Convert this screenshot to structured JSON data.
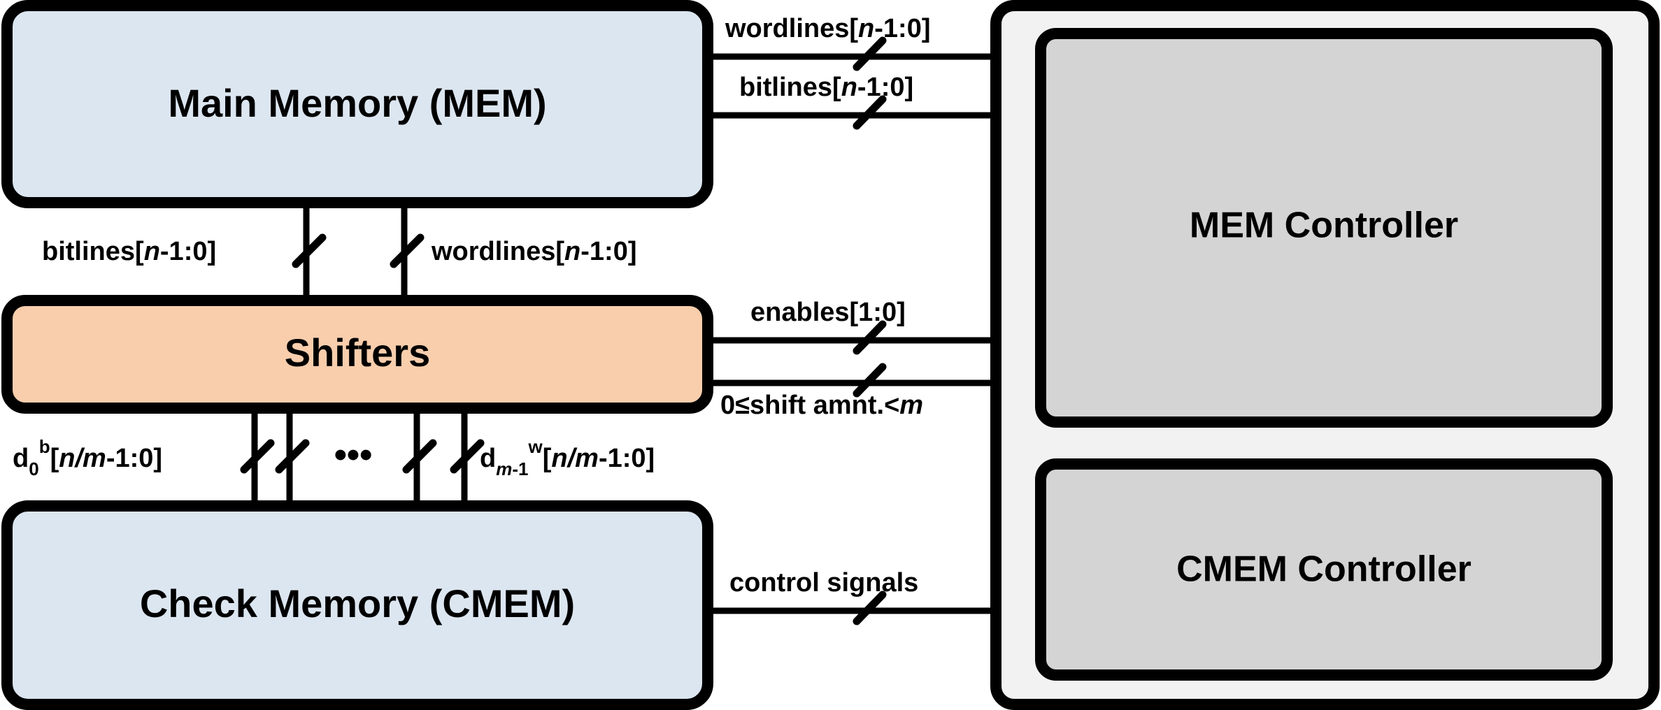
{
  "diagram": {
    "title": "Memory system block diagram",
    "colors": {
      "memory_fill": "#dce6f1",
      "shifter_fill": "#f8cead",
      "controller_panel_fill": "#f2f2f2",
      "controller_fill": "#d4d4d4",
      "stroke": "#000000",
      "background": "#ffffff"
    },
    "blocks": {
      "main_memory": {
        "label": "Main Memory (MEM)"
      },
      "shifters": {
        "label": "Shifters"
      },
      "check_memory": {
        "label": "Check Memory (CMEM)"
      },
      "mem_controller": {
        "label": "MEM Controller"
      },
      "cmem_controller": {
        "label": "CMEM Controller"
      }
    },
    "connections": [
      {
        "id": "mem-ctrl-wordlines",
        "from": "main_memory",
        "to": "mem_controller",
        "orientation": "horizontal",
        "bus": true,
        "label_parts": {
          "pre": "wordlines[",
          "italic": "n",
          "post": "-1:0]"
        },
        "label_text": "wordlines[n-1:0]"
      },
      {
        "id": "mem-ctrl-bitlines",
        "from": "main_memory",
        "to": "mem_controller",
        "orientation": "horizontal",
        "bus": true,
        "label_parts": {
          "pre": "bitlines[",
          "italic": "n",
          "post": "-1:0]"
        },
        "label_text": "bitlines[n-1:0]"
      },
      {
        "id": "mem-shifters-bitlines",
        "from": "main_memory",
        "to": "shifters",
        "orientation": "vertical",
        "bus": true,
        "label_parts": {
          "pre": "bitlines[",
          "italic": "n",
          "post": "-1:0]"
        },
        "label_text": "bitlines[n-1:0]"
      },
      {
        "id": "mem-shifters-wordlines",
        "from": "main_memory",
        "to": "shifters",
        "orientation": "vertical",
        "bus": true,
        "label_parts": {
          "pre": "wordlines[",
          "italic": "n",
          "post": "-1:0]"
        },
        "label_text": "wordlines[n-1:0]"
      },
      {
        "id": "shifters-ctrl-enables",
        "from": "shifters",
        "to": "mem_controller",
        "orientation": "horizontal",
        "bus": true,
        "label_parts": {
          "pre": "enables[1:0]",
          "italic": "",
          "post": ""
        },
        "label_text": "enables[1:0]"
      },
      {
        "id": "shifters-ctrl-shift-amount",
        "from": "shifters",
        "to": "mem_controller",
        "orientation": "horizontal",
        "bus": true,
        "label_parts": {
          "pre": "0≤shift amnt.<",
          "italic": "m",
          "post": ""
        },
        "label_text": "0≤shift amnt.<m"
      },
      {
        "id": "shifters-cmem-d0",
        "from": "shifters",
        "to": "check_memory",
        "orientation": "vertical",
        "bus": true,
        "label_text": "d₀ᵇ[n/m-1:0]",
        "label_parts": {
          "base": "d",
          "subscript": "0",
          "superscript": "b",
          "range_pre": "[",
          "range_italic1": "n",
          "range_slash": "/",
          "range_italic2": "m",
          "range_post": "-1:0]"
        }
      },
      {
        "id": "shifters-cmem-dm1",
        "from": "shifters",
        "to": "check_memory",
        "orientation": "vertical",
        "bus": true,
        "label_text": "dₘ₋₁ʷ[n/m-1:0]",
        "label_parts": {
          "base": "d",
          "subscript_italic": "m",
          "subscript_post": "-1",
          "superscript": "w",
          "range_pre": "[",
          "range_italic1": "n",
          "range_slash": "/",
          "range_italic2": "m",
          "range_post": "-1:0]"
        }
      },
      {
        "id": "cmem-ctrl-control",
        "from": "check_memory",
        "to": "cmem_controller",
        "orientation": "horizontal",
        "bus": true,
        "label_parts": {
          "pre": "control signals",
          "italic": "",
          "post": ""
        },
        "label_text": "control signals"
      }
    ],
    "ellipsis": "•••"
  }
}
